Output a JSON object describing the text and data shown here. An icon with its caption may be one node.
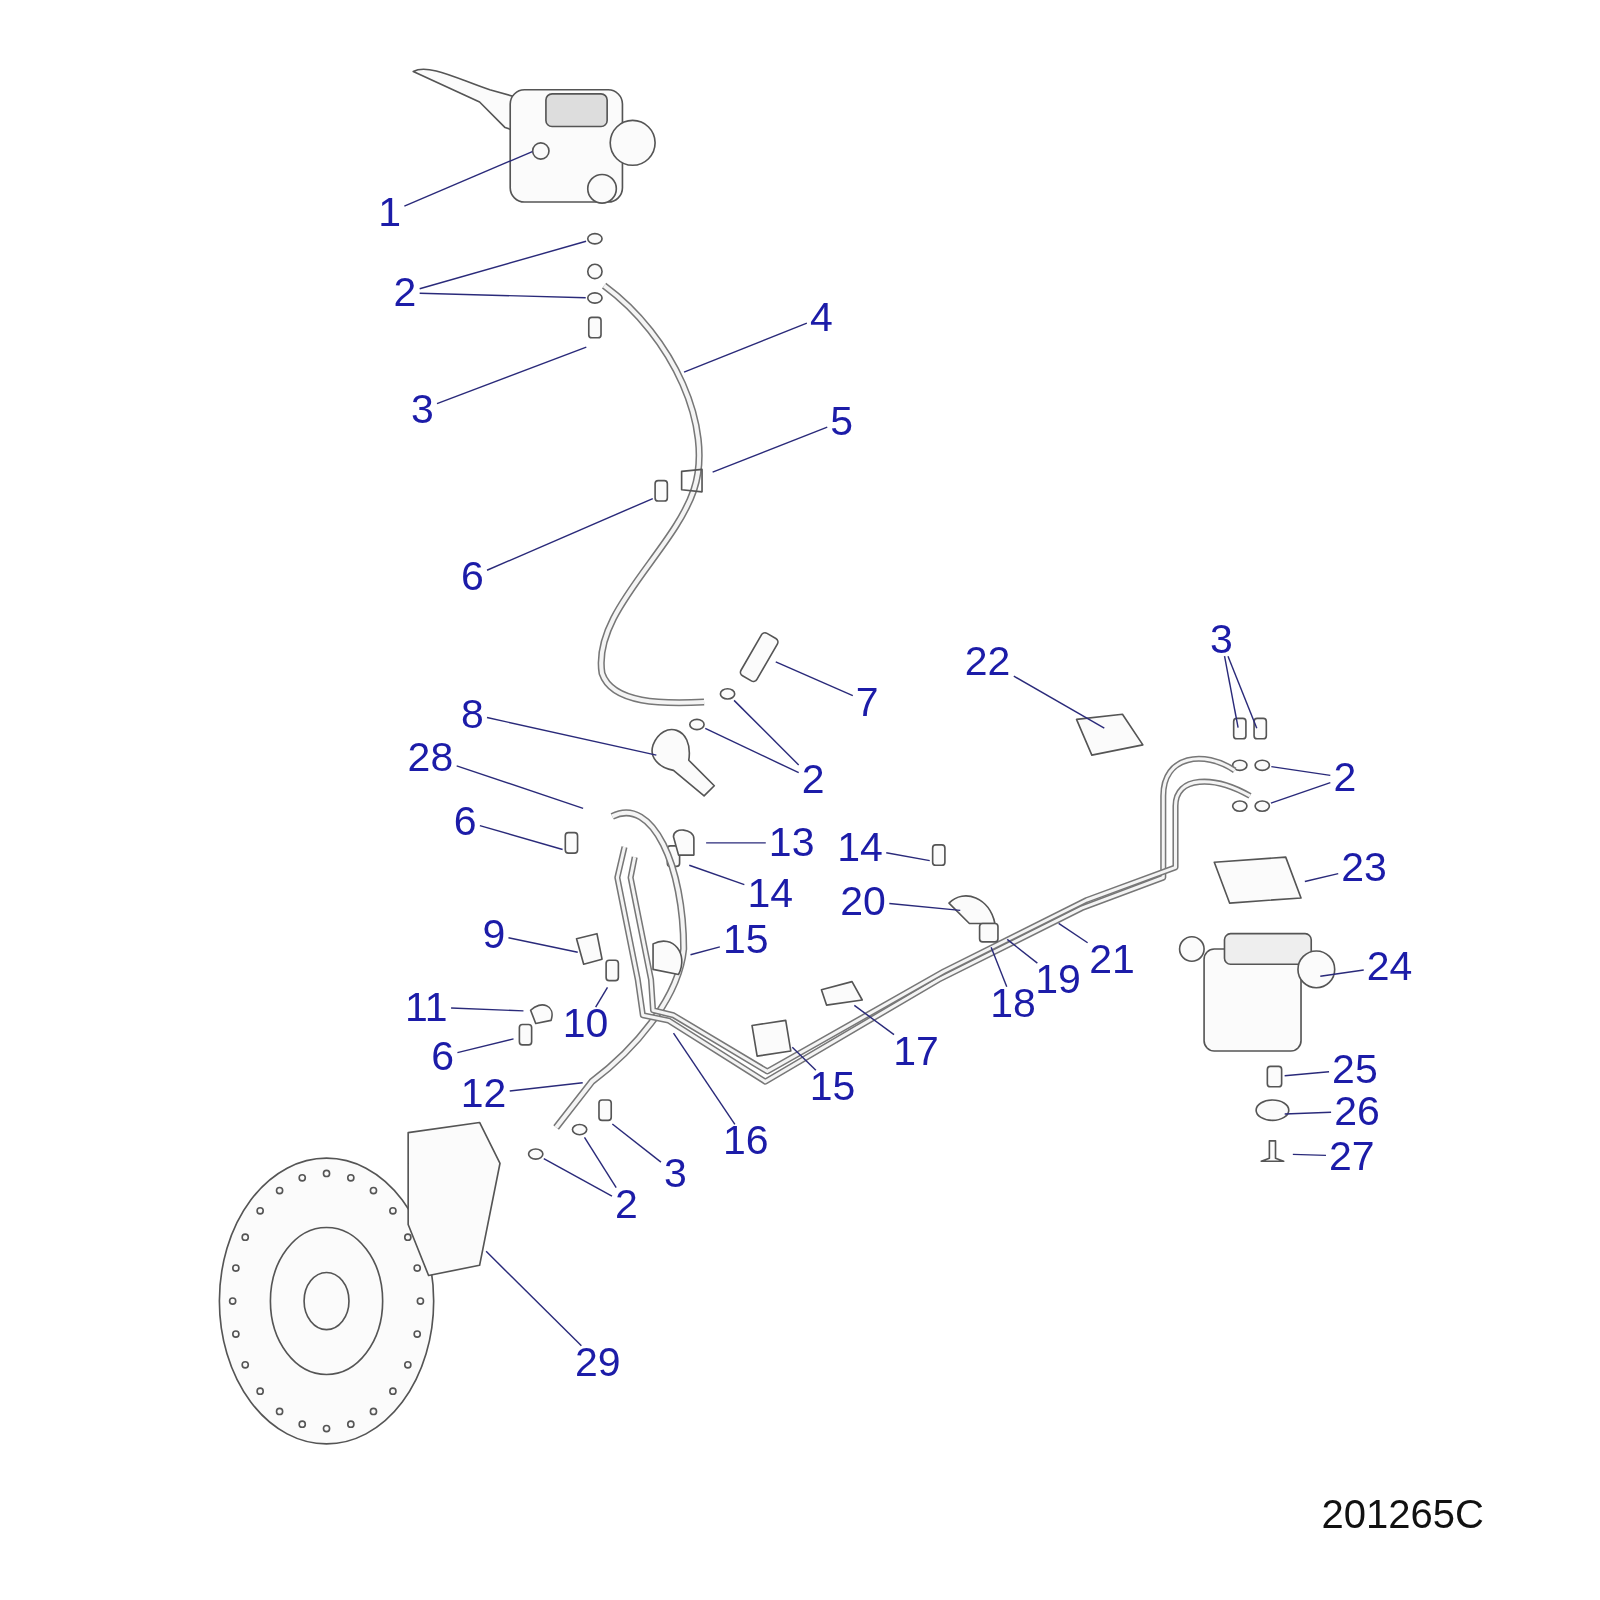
{
  "diagram": {
    "nodes": [
      {
        "text": [
          "1"
        ]
      },
      {
        "text": [
          "2"
        ]
      },
      {
        "text": [
          "3"
        ]
      },
      {
        "text": [
          "4"
        ]
      },
      {
        "text": [
          "5"
        ]
      },
      {
        "text": [
          "6"
        ]
      },
      {
        "text": [
          "22"
        ]
      },
      {
        "text": [
          "3"
        ]
      },
      {
        "text": [
          "7"
        ]
      },
      {
        "text": [
          "8"
        ]
      },
      {
        "text": [
          "2"
        ]
      },
      {
        "text": [
          "2"
        ]
      },
      {
        "text": [
          "28"
        ]
      },
      {
        "text": [
          "6"
        ]
      },
      {
        "text": [
          "13"
        ]
      },
      {
        "text": [
          "14"
        ]
      },
      {
        "text": [
          "14"
        ]
      },
      {
        "text": [
          "20"
        ]
      },
      {
        "text": [
          "23"
        ]
      },
      {
        "text": [
          "9"
        ]
      },
      {
        "text": [
          "15"
        ]
      },
      {
        "text": [
          "21"
        ]
      },
      {
        "text": [
          "18"
        ]
      },
      {
        "text": [
          "19"
        ]
      },
      {
        "text": [
          "24"
        ]
      },
      {
        "text": [
          "11"
        ]
      },
      {
        "text": [
          "10"
        ]
      },
      {
        "text": [
          "17"
        ]
      },
      {
        "text": [
          "6"
        ]
      },
      {
        "text": [
          "15"
        ]
      },
      {
        "text": [
          "25"
        ]
      },
      {
        "text": [
          "12"
        ]
      },
      {
        "text": [
          "26"
        ]
      },
      {
        "text": [
          "3"
        ]
      },
      {
        "text": [
          "16"
        ]
      },
      {
        "text": [
          "27"
        ]
      },
      {
        "text": [
          "2"
        ]
      },
      {
        "text": [
          "29"
        ]
      }
    ],
    "edges": [
      {
        "from": 0,
        "to": null,
        "arrow": "none"
      },
      {
        "from": 1,
        "to": null,
        "arrow": "none"
      },
      {
        "from": 1,
        "to": null,
        "arrow": "none"
      },
      {
        "from": 2,
        "to": null,
        "arrow": "none"
      },
      {
        "from": 3,
        "to": null,
        "arrow": "none"
      },
      {
        "from": 4,
        "to": null,
        "arrow": "none"
      },
      {
        "from": 5,
        "to": null,
        "arrow": "none"
      },
      {
        "from": 6,
        "to": null,
        "arrow": "none"
      },
      {
        "from": 7,
        "to": null,
        "arrow": "none"
      },
      {
        "from": 7,
        "to": null,
        "arrow": "none"
      },
      {
        "from": 8,
        "to": null,
        "arrow": "none"
      },
      {
        "from": 9,
        "to": null,
        "arrow": "none"
      },
      {
        "from": 10,
        "to": null,
        "arrow": "none"
      },
      {
        "from": 10,
        "to": null,
        "arrow": "none"
      },
      {
        "from": 11,
        "to": null,
        "arrow": "none"
      },
      {
        "from": 11,
        "to": null,
        "arrow": "none"
      },
      {
        "from": 12,
        "to": null,
        "arrow": "none"
      },
      {
        "from": 13,
        "to": null,
        "arrow": "none"
      },
      {
        "from": 14,
        "to": null,
        "arrow": "none"
      },
      {
        "from": 15,
        "to": null,
        "arrow": "none"
      },
      {
        "from": 16,
        "to": null,
        "arrow": "none"
      },
      {
        "from": 17,
        "to": null,
        "arrow": "none"
      },
      {
        "from": 18,
        "to": null,
        "arrow": "none"
      },
      {
        "from": 19,
        "to": null,
        "arrow": "none"
      },
      {
        "from": 20,
        "to": null,
        "arrow": "none"
      },
      {
        "from": 21,
        "to": null,
        "arrow": "none"
      },
      {
        "from": 22,
        "to": null,
        "arrow": "none"
      },
      {
        "from": 23,
        "to": null,
        "arrow": "none"
      },
      {
        "from": 24,
        "to": null,
        "arrow": "none"
      },
      {
        "from": 25,
        "to": null,
        "arrow": "none"
      },
      {
        "from": 26,
        "to": null,
        "arrow": "none"
      },
      {
        "from": 27,
        "to": null,
        "arrow": "none"
      },
      {
        "from": 28,
        "to": null,
        "arrow": "none"
      },
      {
        "from": 29,
        "to": null,
        "arrow": "none"
      },
      {
        "from": 30,
        "to": null,
        "arrow": "none"
      },
      {
        "from": 31,
        "to": null,
        "arrow": "none"
      },
      {
        "from": 32,
        "to": null,
        "arrow": "none"
      },
      {
        "from": 33,
        "to": null,
        "arrow": "none"
      },
      {
        "from": 34,
        "to": null,
        "arrow": "none"
      },
      {
        "from": 35,
        "to": null,
        "arrow": "none"
      },
      {
        "from": 36,
        "to": null,
        "arrow": "none"
      },
      {
        "from": 36,
        "to": null,
        "arrow": "none"
      },
      {
        "from": 37,
        "to": null,
        "arrow": "none"
      }
    ],
    "labels": [
      "201265C"
    ]
  }
}
